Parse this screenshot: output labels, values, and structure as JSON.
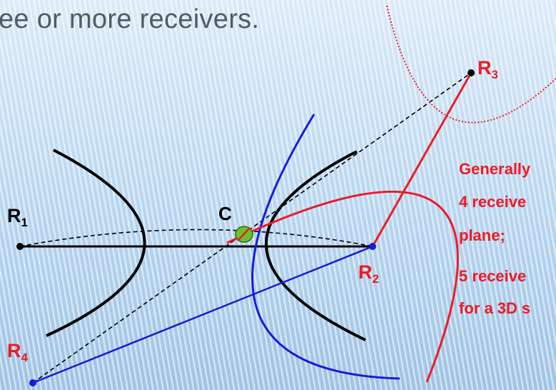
{
  "slide": {
    "title_text": "ee or more receivers."
  },
  "receivers": [
    {
      "id": "R1",
      "letter": "R",
      "sub": "1"
    },
    {
      "id": "R2",
      "letter": "R",
      "sub": "2"
    },
    {
      "id": "R3",
      "letter": "R",
      "sub": "3"
    },
    {
      "id": "R4",
      "letter": "R",
      "sub": "4"
    }
  ],
  "intersection_label": "C",
  "notes": [
    "Generally",
    "4 receive",
    "plane;",
    "5 receive",
    "for a 3D s"
  ],
  "colors": {
    "black_curve": "#000000",
    "blue_curve": "#1a1adb",
    "red_curve": "#ee1b24",
    "point_c": "#6abf2d",
    "title_text": "#555a5e"
  }
}
